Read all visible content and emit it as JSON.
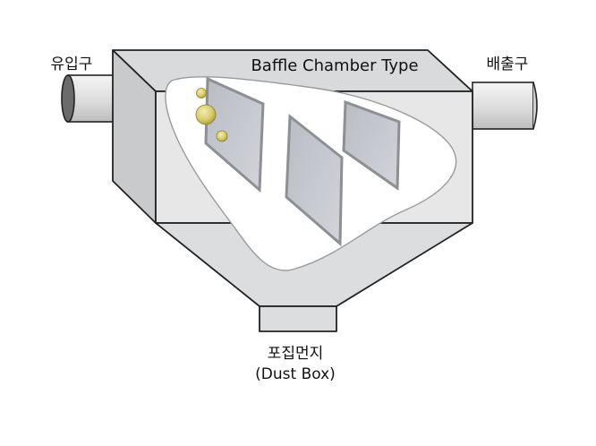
{
  "labels": {
    "title": "Baffle Chamber Type",
    "inlet": "유입구",
    "outlet": "배출구",
    "dust_box_ko": "포집먼지",
    "dust_box_en": "(Dust Box)"
  },
  "colors": {
    "stroke": "#222222",
    "housing_top": "#d9dadb",
    "housing_front": "#e7e7e8",
    "housing_side": "#c9cacc",
    "baffle_fill": "#c3c5cb",
    "baffle_edge": "#8d8f94",
    "particle": "#cdbf55"
  },
  "icons": [
    "inlet-pipe-icon",
    "outlet-pipe-icon",
    "baffle-plate-icon",
    "dust-particle-icon"
  ]
}
